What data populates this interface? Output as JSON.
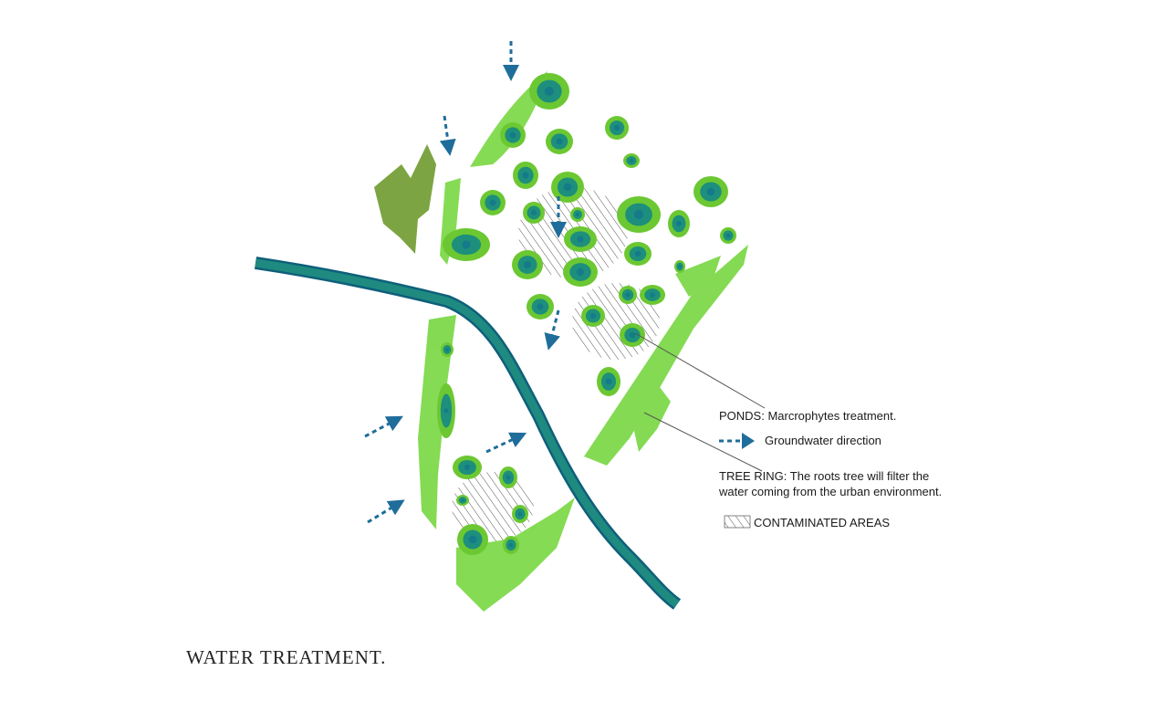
{
  "caption": "WATER TREATMENT.",
  "legend": {
    "ponds": "PONDS: Marcrophytes treatment.",
    "groundwater": "Groundwater direction",
    "tree_ring_line1": "TREE RING: The roots tree will filter the",
    "tree_ring_line2": "water coming from the urban environment.",
    "contaminated": "CONTAMINATED AREAS"
  },
  "colors": {
    "river": "#1f8a80",
    "river_edge": "#0e5f7a",
    "pond_outer": "#6cc832",
    "pond_inner": "#1d8f7c",
    "pond_core": "#157a8a",
    "vegetation": "#7ed94a",
    "old_growth": "#6f9a2e",
    "arrow": "#1f6d9a"
  }
}
